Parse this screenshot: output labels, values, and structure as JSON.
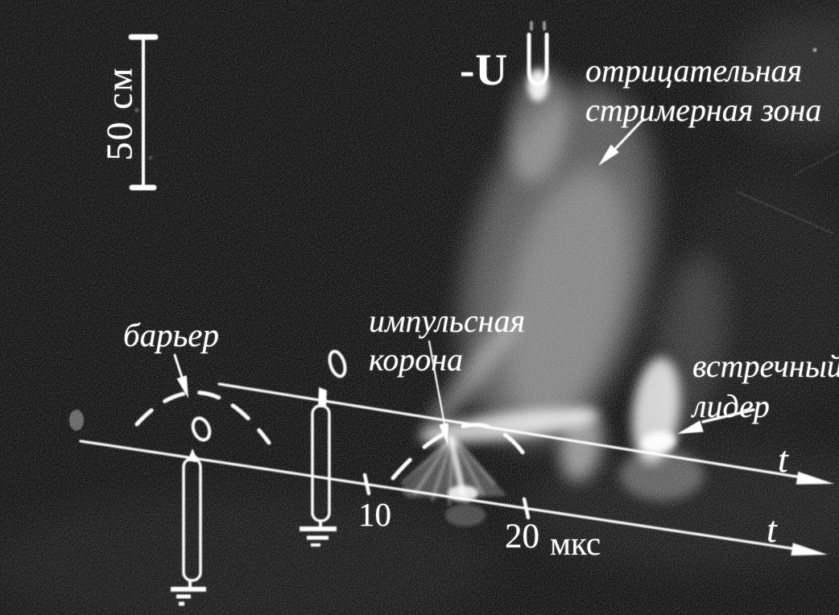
{
  "colors": {
    "background": "#060606",
    "ink": "#ffffff"
  },
  "scale_bar": {
    "label": "50 см"
  },
  "source_electrode": {
    "voltage_label": "-U"
  },
  "annotations": {
    "streamer_zone_label": "отрицательная\nстримерная зона",
    "barrier_label": "барьер",
    "corona_label": "импульсная\nкорона",
    "leader_label": "встречный\nлидер"
  },
  "time_axis_upper": {
    "label": "t"
  },
  "time_axis_lower": {
    "label": "t",
    "tick_labels": [
      "10",
      "20"
    ],
    "units": "мкс"
  }
}
